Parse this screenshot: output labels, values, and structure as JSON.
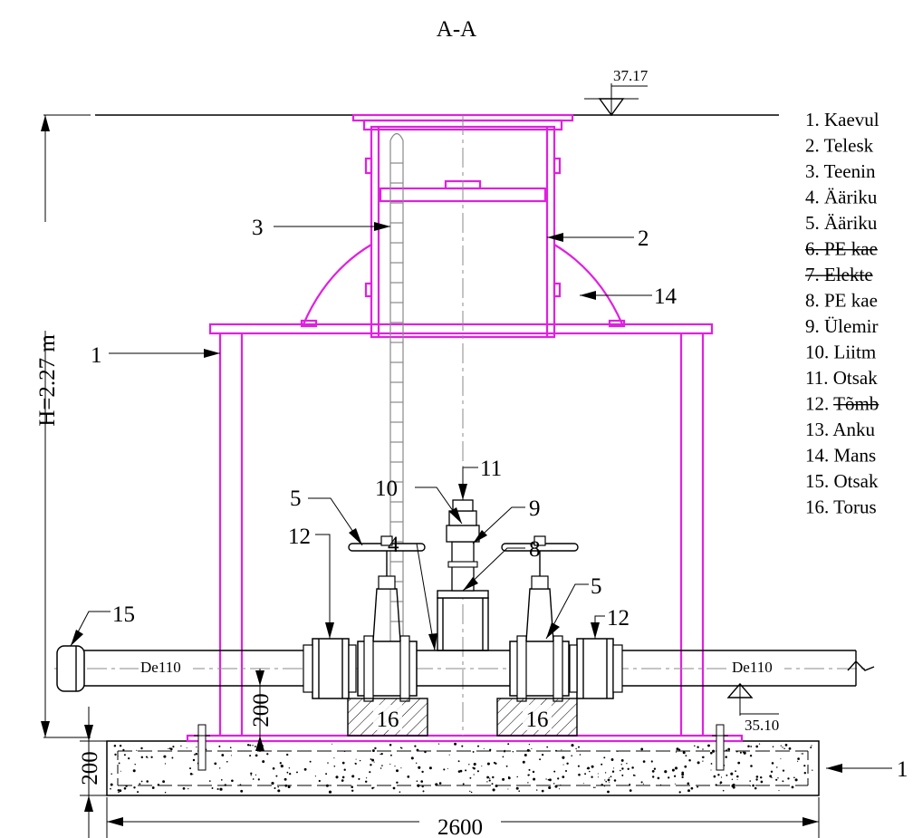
{
  "section_title": "A-A",
  "elevation_top": "37.17",
  "elevation_bottom": "35.10",
  "height_label": "H=2.27 m",
  "pipe_label_left": "De110",
  "pipe_label_right": "De110",
  "dim_200_vertical": "200",
  "dim_200_slab": "200",
  "dim_width": "2600",
  "block_label_left": "16",
  "block_label_right": "16",
  "callouts": {
    "c1": "1",
    "c2": "2",
    "c3": "3",
    "c4": "4",
    "c5a": "5",
    "c5b": "5",
    "c8": "8",
    "c9": "9",
    "c10": "10",
    "c11": "11",
    "c12a": "12",
    "c12b": "12",
    "c14": "14",
    "c15": "15",
    "c_right": "1"
  },
  "legend": [
    {
      "text": "1. Kaevul",
      "struck": false
    },
    {
      "text": "2. Telesk",
      "struck": false
    },
    {
      "text": "3. Teenin",
      "struck": false
    },
    {
      "text": "4. Ääriku",
      "struck": false
    },
    {
      "text": "5. Ääriku",
      "struck": false
    },
    {
      "text": "6. PE kae",
      "struck": true
    },
    {
      "text": "7. Elekte",
      "struck": true
    },
    {
      "text": "8. PE kae",
      "struck": false
    },
    {
      "text": "9. Ülemir",
      "struck": false
    },
    {
      "text": "10. Liitm",
      "struck": false
    },
    {
      "text": "11. Otsak",
      "struck": false
    },
    {
      "text": "12. Tõmb",
      "struck": false,
      "struck_part": "Tõmb"
    },
    {
      "text": "13. Anku",
      "struck": false
    },
    {
      "text": "14. Mans",
      "struck": false
    },
    {
      "text": "15. Otsak",
      "struck": false
    },
    {
      "text": "16. Torus",
      "struck": false
    }
  ],
  "colors": {
    "structure": "#e020e0",
    "lines": "#000000",
    "centerline": "#888888"
  }
}
